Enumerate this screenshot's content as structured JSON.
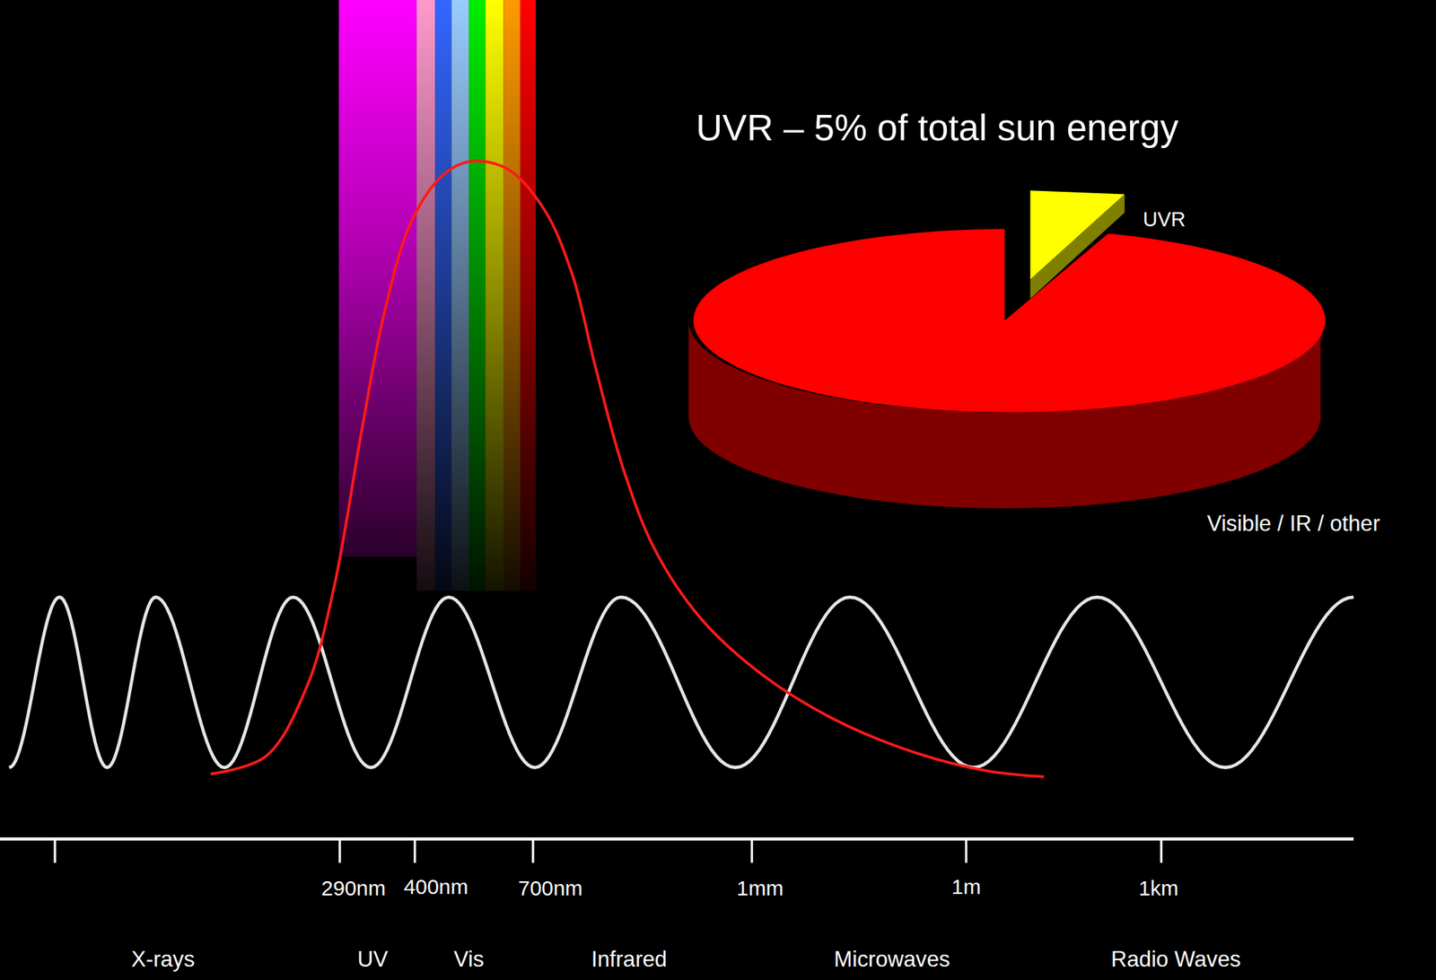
{
  "diagram": {
    "title": "UVR – 5% of total sun energy",
    "labels": [
      "UVR",
      "Visible / IR / other",
      "290nm",
      "400nm",
      "700nm",
      "1mm",
      "1m",
      "1km",
      "X-rays",
      "UV",
      "Vis",
      "Infrared",
      "Microwaves",
      "Radio Waves"
    ]
  }
}
